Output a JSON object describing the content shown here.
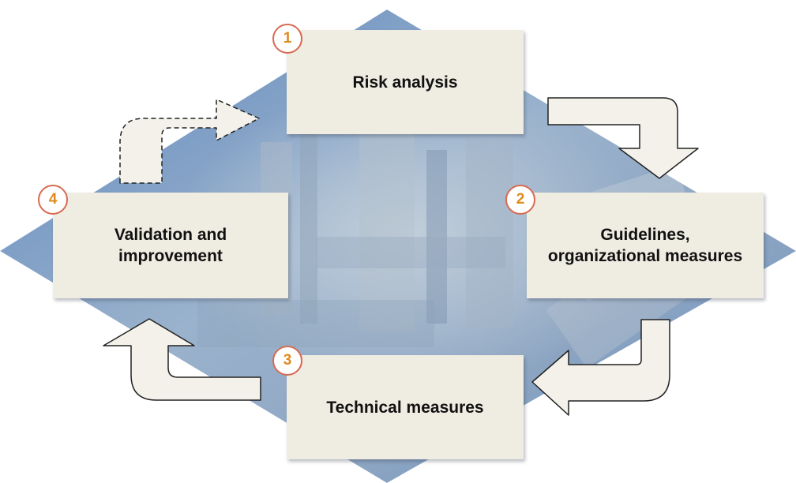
{
  "steps": [
    {
      "number": "1",
      "label": "Risk analysis"
    },
    {
      "number": "2",
      "label": "Guidelines,\norganizational measures"
    },
    {
      "number": "3",
      "label": "Technical measures"
    },
    {
      "number": "4",
      "label": "Validation and\nimprovement"
    }
  ],
  "colors": {
    "box_fill": "#efece2",
    "badge_border": "#d86a52",
    "badge_text": "#e08a1e",
    "background_diamond": "#6f95c4"
  },
  "icons": {
    "background": "factory-photo-diamond",
    "arrows": [
      "curved-arrow-1-to-2",
      "curved-arrow-2-to-3",
      "curved-arrow-3-to-4",
      "dashed-curved-arrow-4-to-1"
    ]
  }
}
